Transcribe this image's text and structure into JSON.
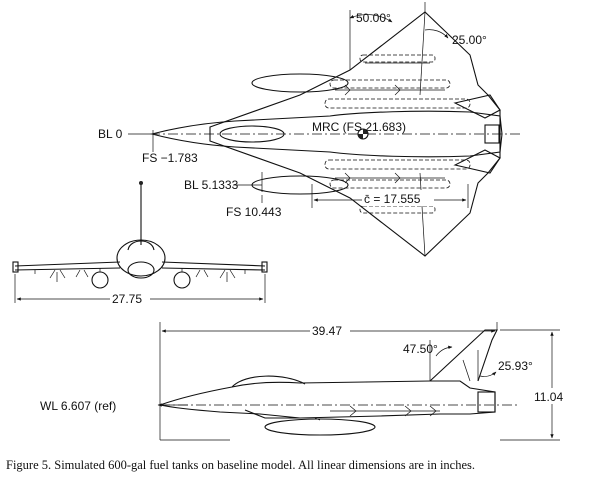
{
  "plan_view": {
    "sweep_outer": "50.00°",
    "sweep_inner": "25.00°",
    "bl0": "BL 0",
    "fs_nose": "FS −1.783",
    "mrc": "MRC (FS 21.683)",
    "bl_tank": "BL 5.1333",
    "fs_tank": "FS 10.443",
    "mac": "c̄ = 17.555"
  },
  "front_view": {
    "span": "27.75"
  },
  "side_view": {
    "length": "39.47",
    "sweep_le": "47.50°",
    "sweep_te": "25.93°",
    "height": "11.04",
    "waterline": "WL 6.607 (ref)"
  },
  "caption": "Figure 5. Simulated 600-gal fuel tanks on baseline model. All linear dimensions are in inches."
}
